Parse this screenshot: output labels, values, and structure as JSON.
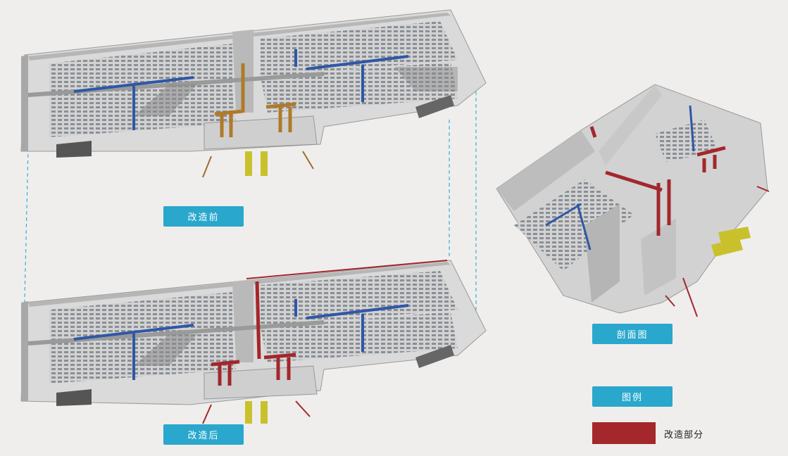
{
  "labels": {
    "before": "改造前",
    "after": "改造后",
    "section": "剖面图",
    "legend_title": "图例"
  },
  "legend": {
    "item_label": "改造部分",
    "item_color": "#a3272b"
  },
  "colors": {
    "tag_bg": "#2aa7cc",
    "wall": "#c9c9c9",
    "floor": "#d5d5d5",
    "blue_duct": "#2f57a6",
    "orange_pipe": "#b07a2a",
    "yellow_pipe": "#c9c12c",
    "guide_line": "#3aaed1"
  }
}
